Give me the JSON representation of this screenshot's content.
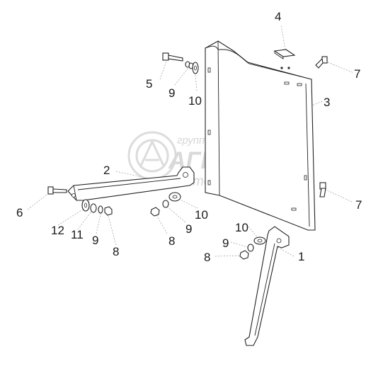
{
  "watermark": {
    "line1": "группа компаний",
    "line2": "АГРОСНАБ",
    "line3": "техсервис"
  },
  "callouts": [
    {
      "id": "c4",
      "text": "4"
    },
    {
      "id": "c5",
      "text": "5"
    },
    {
      "id": "c9a",
      "text": "9"
    },
    {
      "id": "c10a",
      "text": "10"
    },
    {
      "id": "c7a",
      "text": "7"
    },
    {
      "id": "c3",
      "text": "3"
    },
    {
      "id": "c2",
      "text": "2"
    },
    {
      "id": "c6",
      "text": "6"
    },
    {
      "id": "c12",
      "text": "12"
    },
    {
      "id": "c11",
      "text": "11"
    },
    {
      "id": "c9b",
      "text": "9"
    },
    {
      "id": "c8a",
      "text": "8"
    },
    {
      "id": "c8b",
      "text": "8"
    },
    {
      "id": "c9c",
      "text": "9"
    },
    {
      "id": "c10b",
      "text": "10"
    },
    {
      "id": "c7b",
      "text": "7"
    },
    {
      "id": "c10c",
      "text": "10"
    },
    {
      "id": "c9d",
      "text": "9"
    },
    {
      "id": "c8c",
      "text": "8"
    },
    {
      "id": "c1",
      "text": "1"
    }
  ]
}
